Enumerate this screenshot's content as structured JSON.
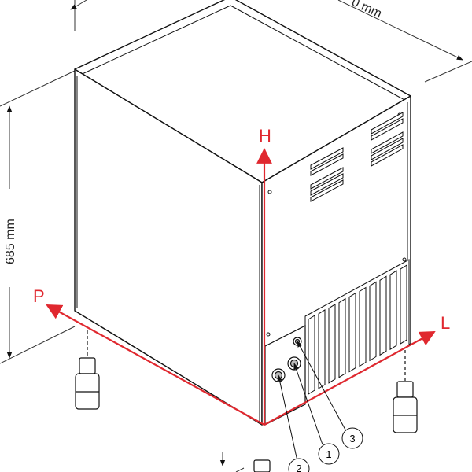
{
  "dimensions": {
    "height": "685 mm",
    "width": "0 mm"
  },
  "axes": {
    "h": "H",
    "p": "P",
    "l": "L"
  },
  "callouts": [
    "1",
    "2",
    "3"
  ],
  "colors": {
    "axis": "#e0282f",
    "line": "#111111",
    "cabinet": "#ffffff",
    "dimension": "#333333"
  }
}
